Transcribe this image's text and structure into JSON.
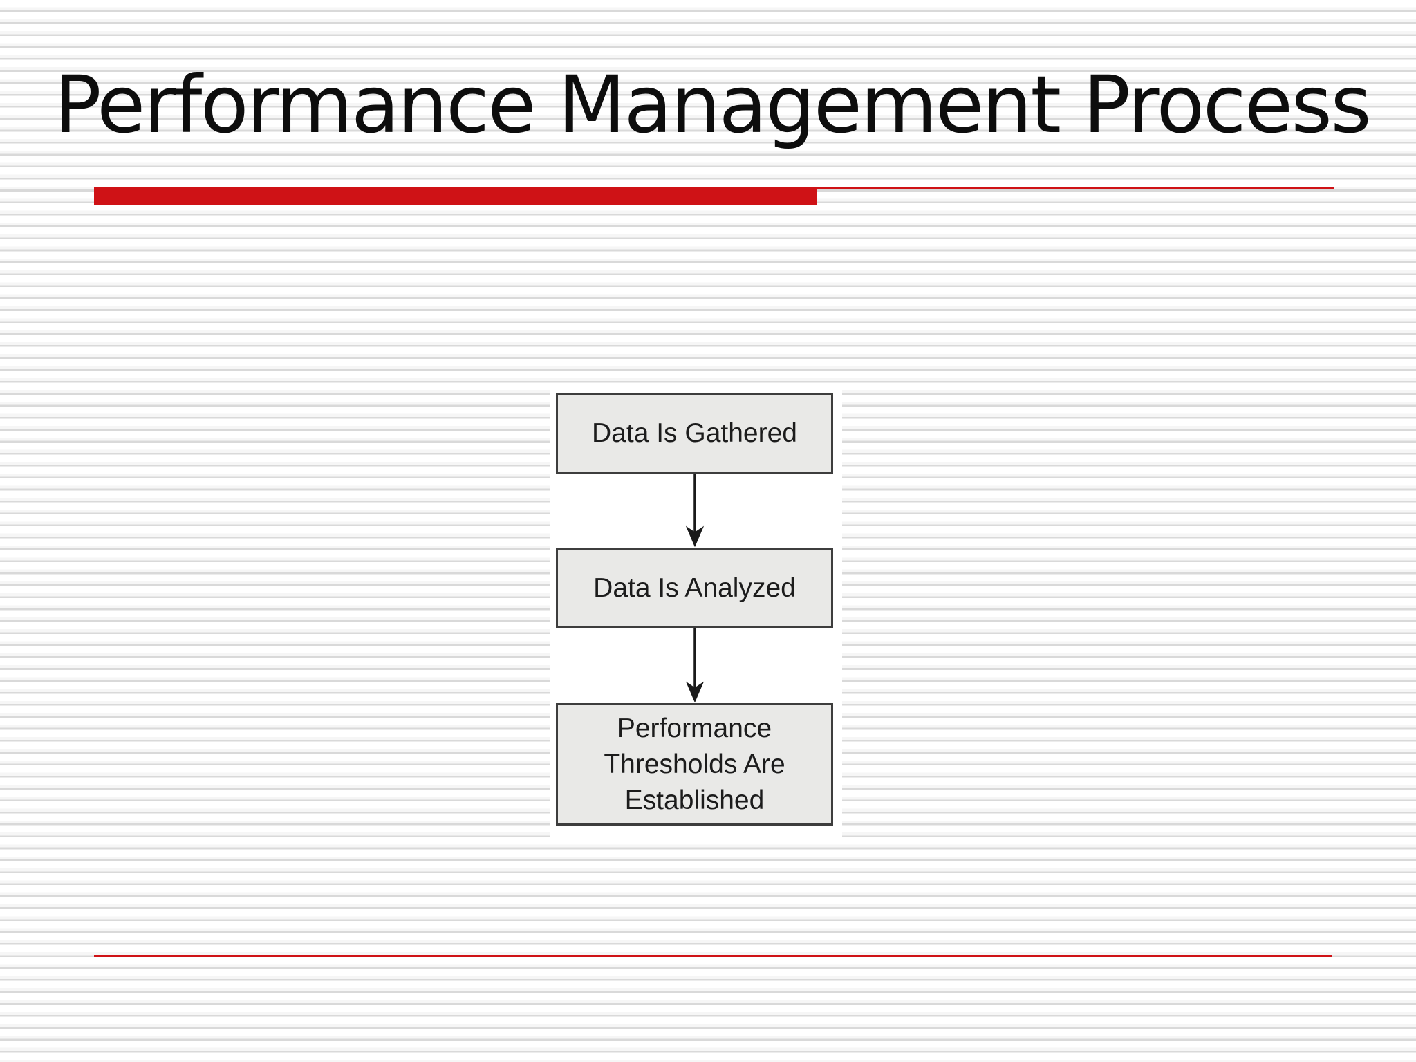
{
  "slide": {
    "title": "Performance Management Process"
  },
  "flowchart": {
    "nodes": [
      {
        "id": "step-1",
        "label": "Data Is Gathered"
      },
      {
        "id": "step-2",
        "label": "Data Is Analyzed"
      },
      {
        "id": "step-3",
        "label": "Performance Thresholds Are Established"
      }
    ],
    "connectors": [
      {
        "from": "step-1",
        "to": "step-2",
        "direction": "down"
      },
      {
        "from": "step-2",
        "to": "step-3",
        "direction": "down"
      }
    ]
  },
  "colors": {
    "accent_red": "#cf1216",
    "stripe": "#d9d9d9",
    "box_fill": "#e9e9e7",
    "box_border": "#3d3d3d",
    "ink": "#0d0d0d",
    "node_ink": "#1c1c1c"
  }
}
